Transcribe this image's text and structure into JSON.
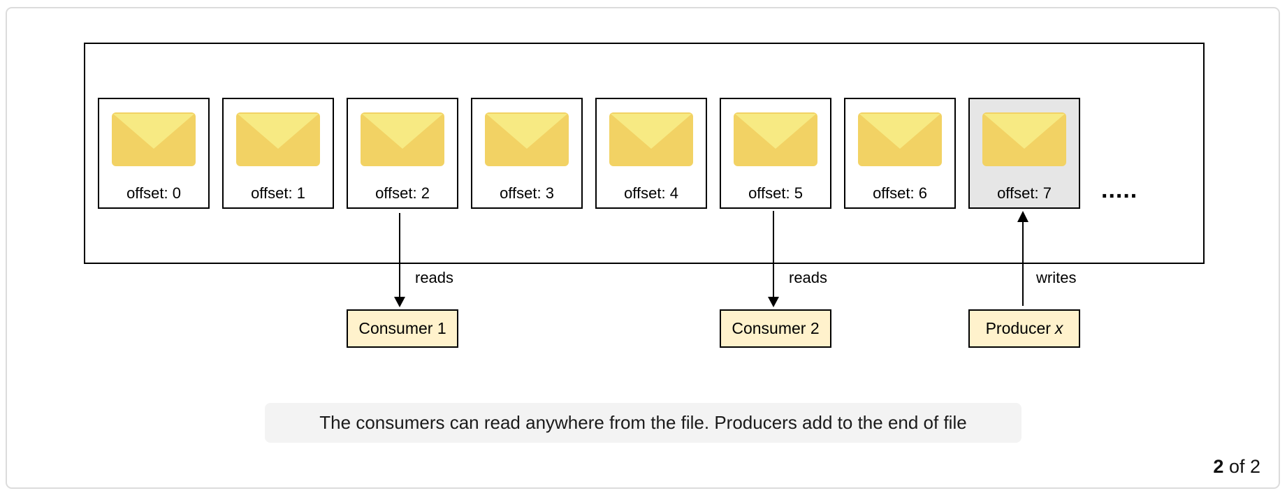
{
  "messages": [
    {
      "label": "offset: 0"
    },
    {
      "label": "offset: 1"
    },
    {
      "label": "offset: 2"
    },
    {
      "label": "offset: 3"
    },
    {
      "label": "offset: 4"
    },
    {
      "label": "offset: 5"
    },
    {
      "label": "offset: 6"
    },
    {
      "label": "offset: 7",
      "highlighted": true
    }
  ],
  "ellipsis": ".....",
  "nodes": {
    "consumer_1": "Consumer 1",
    "consumer_2": "Consumer 2",
    "producer_prefix": "Producer",
    "producer_var": "x"
  },
  "edges": {
    "consumer_1_label": "reads",
    "consumer_2_label": "reads",
    "producer_label": "writes"
  },
  "caption": "The consumers can read anywhere from the file. Producers add to the end of file",
  "pager": {
    "current": "2",
    "suffix": " of 2"
  },
  "colors": {
    "envelope_body": "#f2d264",
    "envelope_flap": "#f7ea83",
    "node_fill": "#fff2cc",
    "last_message_fill": "#e6e6e6",
    "caption_bg": "#f3f3f3"
  }
}
